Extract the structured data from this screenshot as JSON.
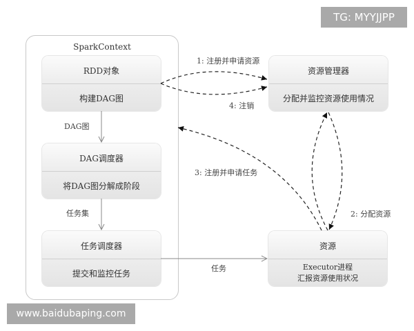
{
  "watermarks": {
    "top_right": "TG: MYYJJPP",
    "bottom_left": "www.baidubaping.com"
  },
  "spark_context": {
    "title": "SparkContext",
    "rdd_box": {
      "top": "RDD对象",
      "bottom": "构建DAG图"
    },
    "dag_scheduler_box": {
      "top": "DAG调度器",
      "bottom": "将DAG图分解成阶段"
    },
    "task_scheduler_box": {
      "top": "任务调度器",
      "bottom": "提交和监控任务"
    }
  },
  "resource_manager_box": {
    "top": "资源管理器",
    "bottom": "分配并监控资源使用情况"
  },
  "resource_box": {
    "top": "资源",
    "bottom_line1": "Executor进程",
    "bottom_line2": "汇报资源使用状况"
  },
  "edge_labels": {
    "dag_graph": "DAG图",
    "task_set": "任务集",
    "task": "任务",
    "step1": "1: 注册并申请资源",
    "step2": "2: 分配资源",
    "step3": "3: 注册并申请任务",
    "step4": "4: 注销"
  },
  "colors": {
    "line": "#888888",
    "dashed": "#222222",
    "watermark_bg": "#a9a9a9"
  }
}
